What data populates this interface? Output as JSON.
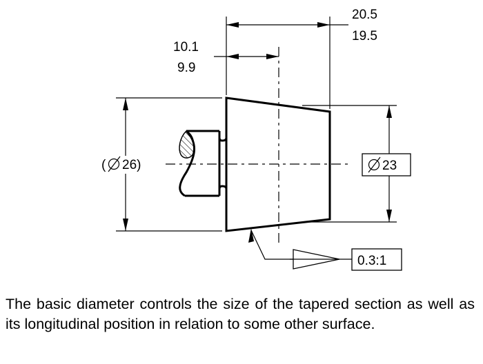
{
  "dimensions": {
    "length_upper": "20.5",
    "length_lower": "19.5",
    "position_upper": "10.1",
    "position_lower": "9.9",
    "ref_diameter_open": "(",
    "ref_diameter_value": "26)",
    "basic_diameter_value": "23",
    "taper_ratio": "0.3:1"
  },
  "caption": "The basic diameter controls the size of the tapered section as well as its longitudinal position in relation to some other surface."
}
